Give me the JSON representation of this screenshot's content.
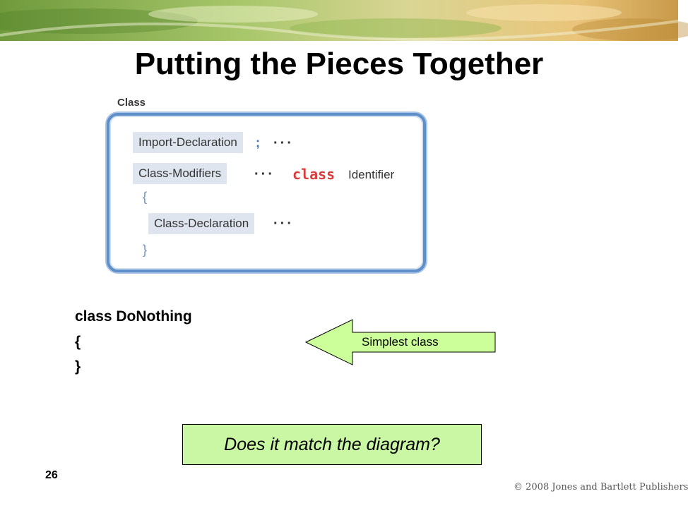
{
  "title": "Putting the Pieces Together",
  "diagram": {
    "label": "Class",
    "import_declaration": "Import-Declaration",
    "semicolon": ";",
    "dots": "···",
    "class_modifiers": "Class-Modifiers",
    "keyword": "class",
    "identifier": "Identifier",
    "open_brace": "{",
    "class_declaration": "Class-Declaration",
    "close_brace": "}"
  },
  "code": {
    "line1": "class DoNothing",
    "line2": "{",
    "line3": "}"
  },
  "callout": "Simplest class",
  "question": "Does it match the diagram?",
  "slide_number": "26",
  "copyright": "© 2008 Jones and Bartlett Publishers",
  "colors": {
    "callout_fill": "#ccff99",
    "question_fill": "#c9f7a3",
    "keyword": "#d93a3a",
    "frame": "#5f8fc8"
  }
}
